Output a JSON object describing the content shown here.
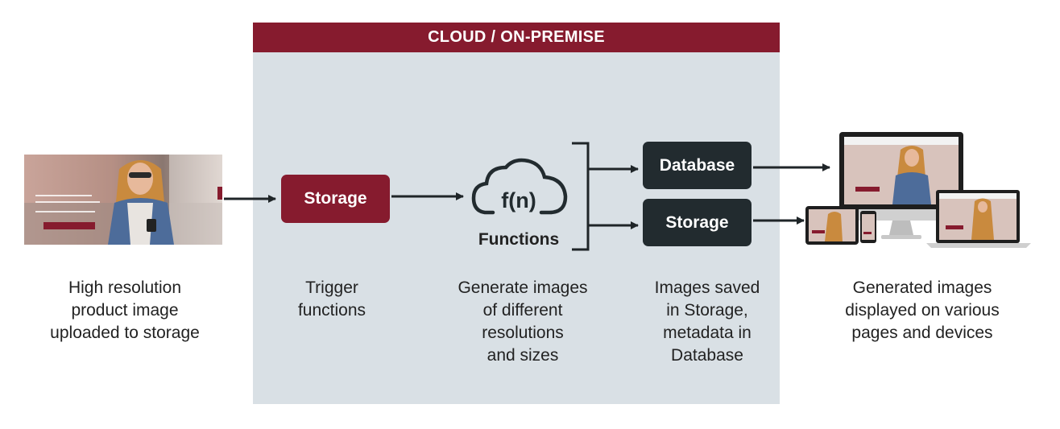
{
  "header": {
    "title": "CLOUD / ON-PREMISE"
  },
  "boxes": {
    "storage_trigger": "Storage",
    "database": "Database",
    "storage_saved": "Storage"
  },
  "functions": {
    "icon_text": "f(n)",
    "label": "Functions"
  },
  "captions": {
    "upload": [
      "High resolution",
      "product image",
      "uploaded to storage"
    ],
    "trigger": [
      "Trigger",
      "functions"
    ],
    "generate": [
      "Generate images",
      "of different",
      "resolutions",
      "and sizes"
    ],
    "saved": [
      "Images saved",
      "in Storage,",
      "metadata in",
      "Database"
    ],
    "display": [
      "Generated images",
      "displayed on various",
      "pages and devices"
    ]
  },
  "colors": {
    "brand": "#861b2e",
    "dark_box": "#222b2f",
    "panel": "#d9e0e5",
    "arrow": "#1f2528"
  },
  "icons": [
    "product-photo",
    "cloud-function-icon",
    "devices-mockup"
  ]
}
